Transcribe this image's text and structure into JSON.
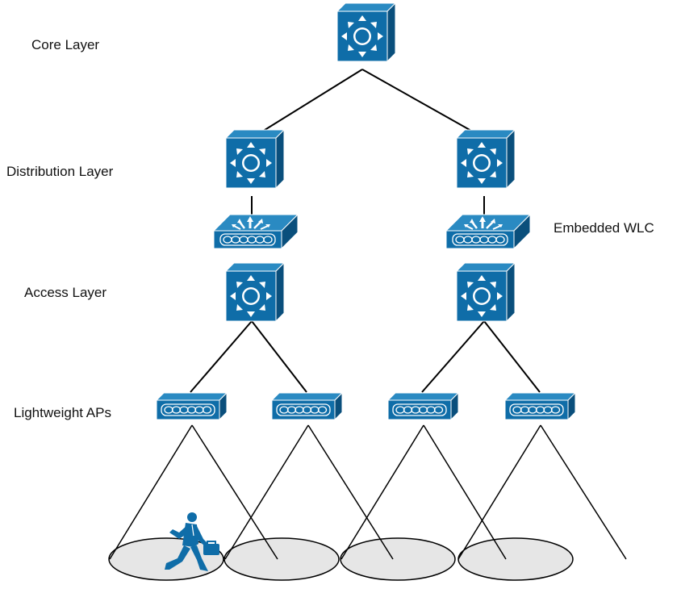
{
  "labels": {
    "core": "Core Layer",
    "distribution": "Distribution Layer",
    "access": "Access Layer",
    "aps": "Lightweight APs",
    "wlc": "Embedded WLC"
  },
  "colors": {
    "device_front": "#0f6da8",
    "device_side": "#0a4f7c",
    "device_top": "#2a8ac2",
    "coverage_fill": "#e6e6e6",
    "coverage_overlap": "#bdbdbd",
    "line": "#000000"
  },
  "icons": {
    "core": "layer3-switch-icon",
    "distribution": "layer3-switch-icon",
    "access": "layer3-switch-icon",
    "wlc": "wireless-controller-icon",
    "ap": "access-point-icon",
    "user": "running-person-with-briefcase-icon"
  }
}
